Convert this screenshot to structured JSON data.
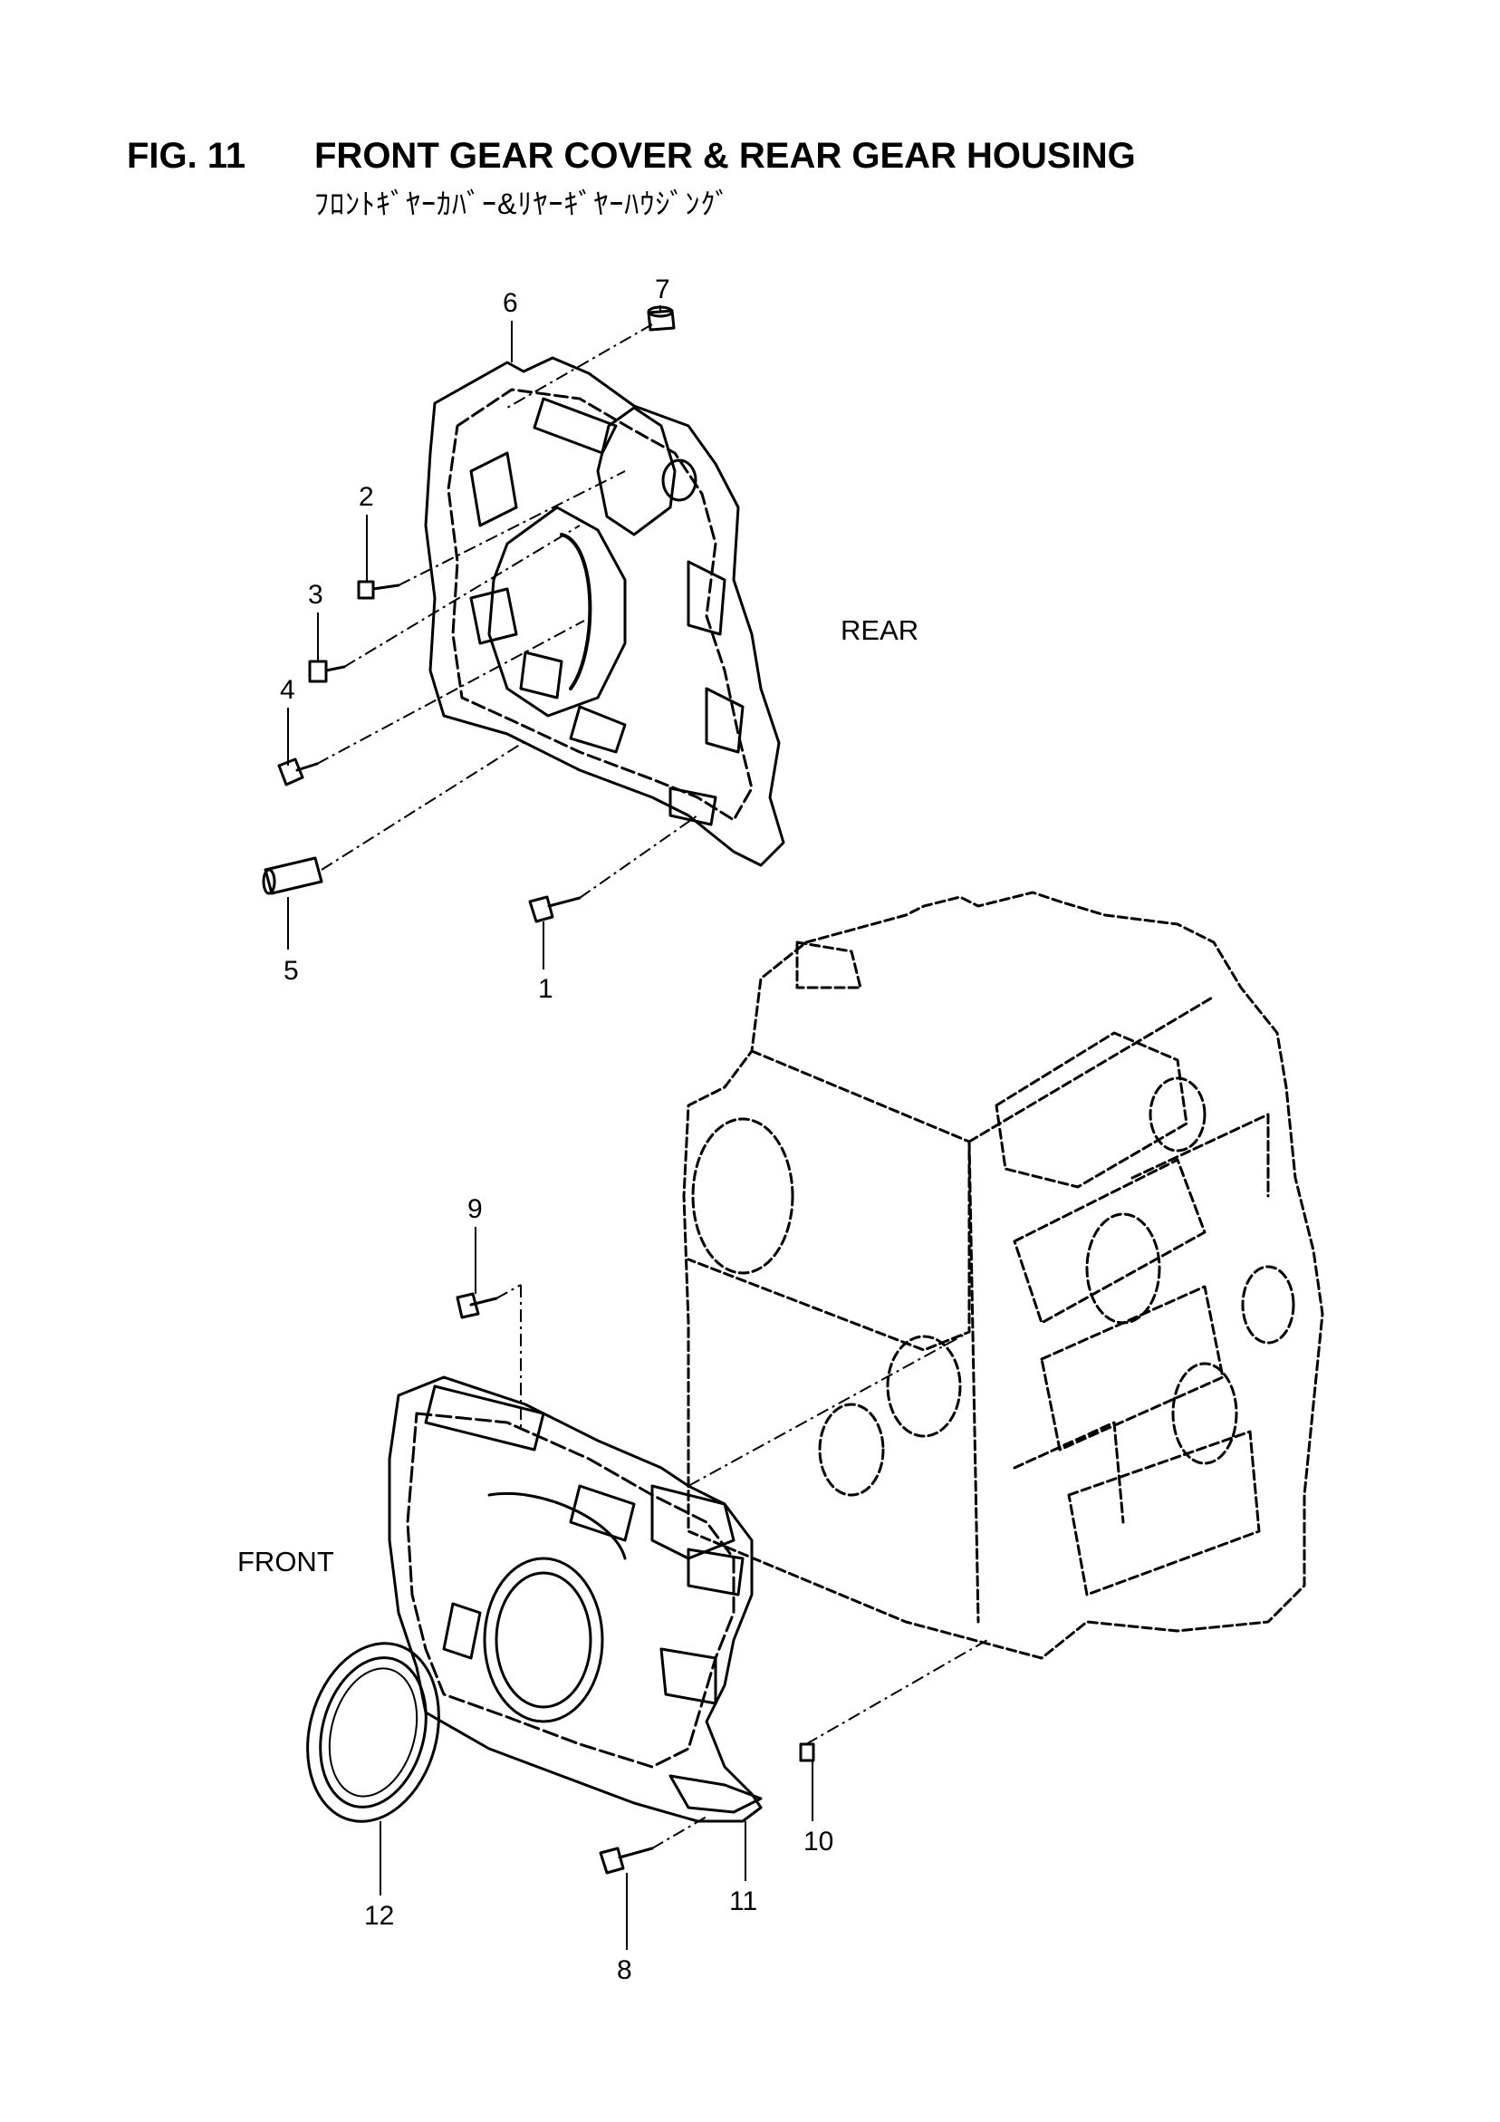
{
  "title": {
    "fig": "FIG. 11",
    "main": "FRONT GEAR COVER & REAR GEAR HOUSING",
    "sub": "ﾌﾛﾝﾄｷﾞﾔｰｶﾊﾞｰ&ﾘﾔｰｷﾞﾔｰﾊｳｼﾞﾝｸﾞ"
  },
  "side_labels": {
    "rear": "REAR",
    "front": "FRONT"
  },
  "callouts": [
    "1",
    "2",
    "3",
    "4",
    "5",
    "6",
    "7",
    "8",
    "9",
    "10",
    "11",
    "12"
  ]
}
